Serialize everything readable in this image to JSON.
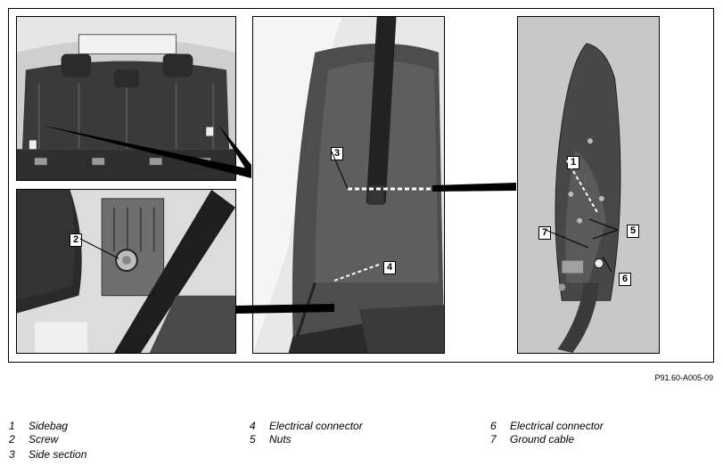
{
  "figure": {
    "reference_code": "P91.60-A005-09",
    "callouts": [
      {
        "id": "callout-1",
        "label": "1"
      },
      {
        "id": "callout-2",
        "label": "2"
      },
      {
        "id": "callout-3",
        "label": "3"
      },
      {
        "id": "callout-4",
        "label": "4"
      },
      {
        "id": "callout-5",
        "label": "5"
      },
      {
        "id": "callout-6",
        "label": "6"
      },
      {
        "id": "callout-7",
        "label": "7"
      }
    ]
  },
  "legend": {
    "items": [
      {
        "number": "1",
        "text": "Sidebag"
      },
      {
        "number": "2",
        "text": "Screw"
      },
      {
        "number": "3",
        "text": "Side section"
      },
      {
        "number": "4",
        "text": "Electrical connector"
      },
      {
        "number": "5",
        "text": "Nuts"
      },
      {
        "number": "6",
        "text": "Electrical connector"
      },
      {
        "number": "7",
        "text": "Ground cable"
      }
    ]
  },
  "colors": {
    "photo_light": "#d9d9d9",
    "photo_mid": "#8c8c8c",
    "photo_dark": "#262626",
    "line": "#000000"
  }
}
